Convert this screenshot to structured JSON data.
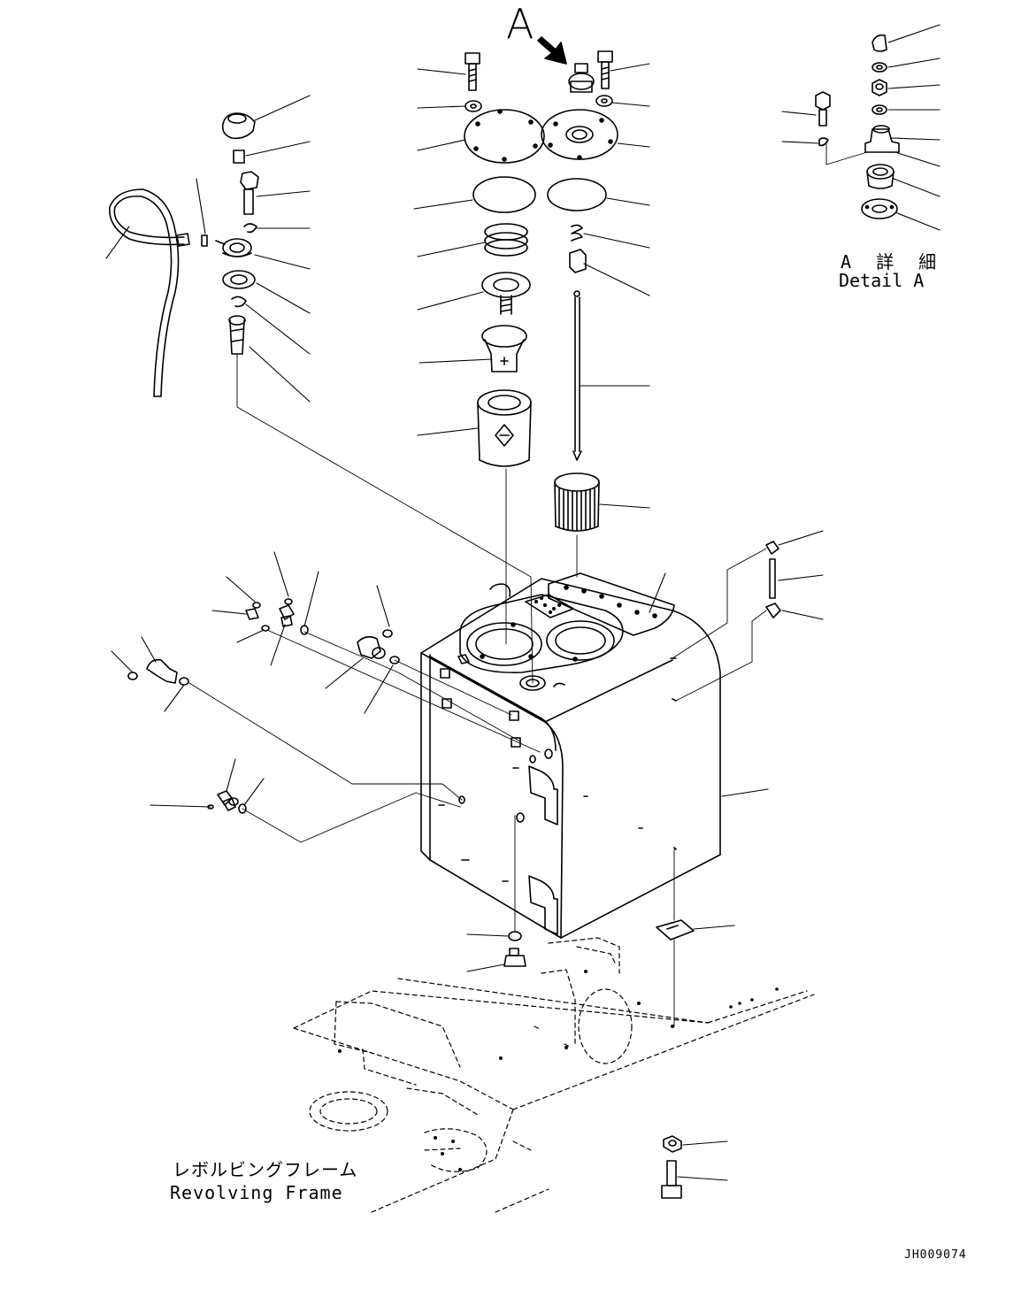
{
  "view_marker": {
    "letter": "A"
  },
  "detail_label": {
    "japanese": "A 詳 細",
    "english": "Detail A"
  },
  "frame_label": {
    "japanese": "レボルビングフレーム",
    "english": "Revolving Frame"
  },
  "drawing_id": "JH009074",
  "colors": {
    "line": "#000000",
    "background": "#ffffff"
  }
}
